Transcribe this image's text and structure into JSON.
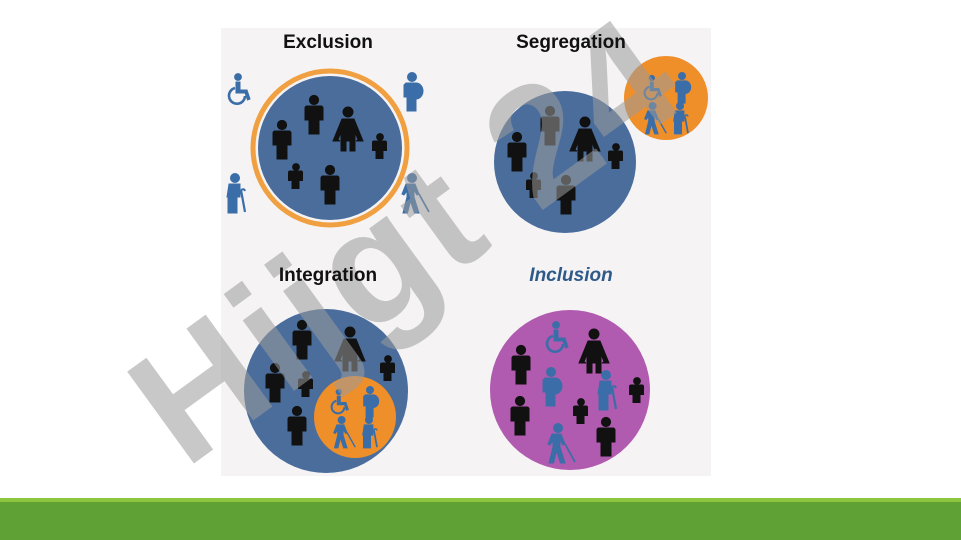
{
  "titles": {
    "exclusion": "Exclusion",
    "segregation": "Segregation",
    "integration": "Integration",
    "inclusion": "Inclusion"
  },
  "watermark": {
    "text": "Hijgt 24"
  },
  "colors": {
    "majority_circle": "#4a6d9c",
    "minority_circle": "#ef8f2a",
    "inclusion_circle": "#b05ab0",
    "ring": "#f0a040",
    "person_dark": "#111111",
    "person_blue": "#3b6ea8",
    "panel_bg": "#f5f3f4",
    "bar": "#5fa134"
  },
  "icons": {
    "outside_people": [
      "wheelchair-icon",
      "pregnant-person-icon",
      "elderly-cane-icon",
      "blind-cane-icon"
    ]
  }
}
